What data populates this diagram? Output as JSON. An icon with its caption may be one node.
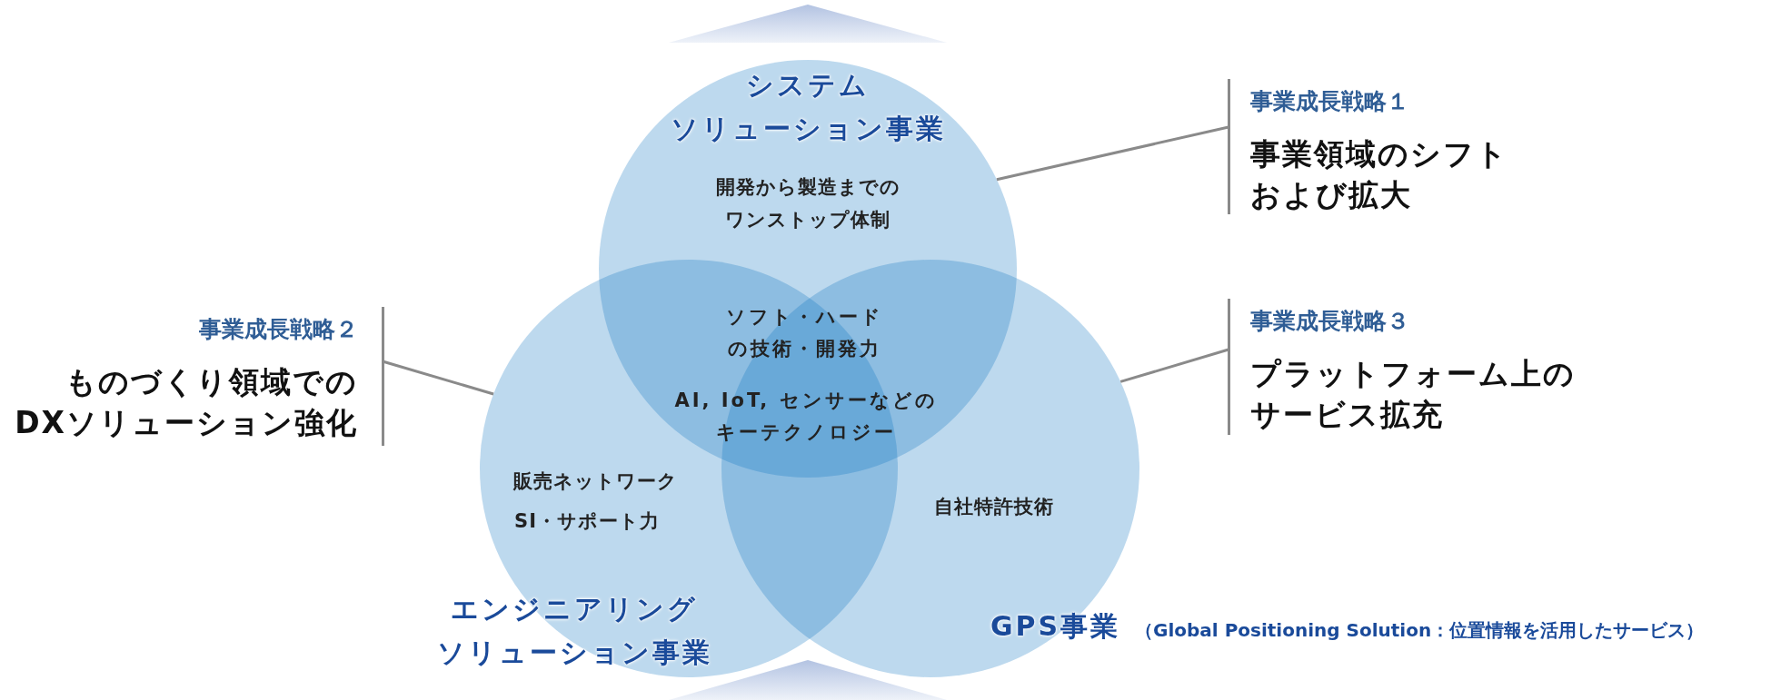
{
  "diagram": {
    "nodes": [
      {
        "text": [
          "システムソリューション事業",
          "開発から製造までのワンストップ体制"
        ]
      },
      {
        "text": [
          "事業成長戦略１",
          "事業領域のシフトおよび拡大"
        ]
      },
      {
        "text": [
          "事業成長戦略２",
          "ものづくり領域でのDXソリューション強化"
        ]
      },
      {
        "text": [
          "販売ネットワーク",
          "SI・サポート力",
          "エンジニアリングソリューション事業"
        ]
      },
      {
        "text": [
          "自社特許技術",
          "GPS事業"
        ],
        "beside": [
          "（Global Positioning Solution：位置情報を活用したサービス）"
        ]
      },
      {
        "text": [
          "事業成長戦略３",
          "プラットフォーム上のサービス拡充"
        ]
      }
    ],
    "edges": [
      {
        "from": 1,
        "to": 0,
        "arrow": "none"
      },
      {
        "from": 2,
        "to": 3,
        "arrow": "none"
      },
      {
        "from": 5,
        "to": 4,
        "arrow": "none"
      }
    ],
    "labels": [
      "ソフト・ハードの技術・開発力",
      "AI, IoT, センサーなどのキーテクノロジー"
    ]
  }
}
